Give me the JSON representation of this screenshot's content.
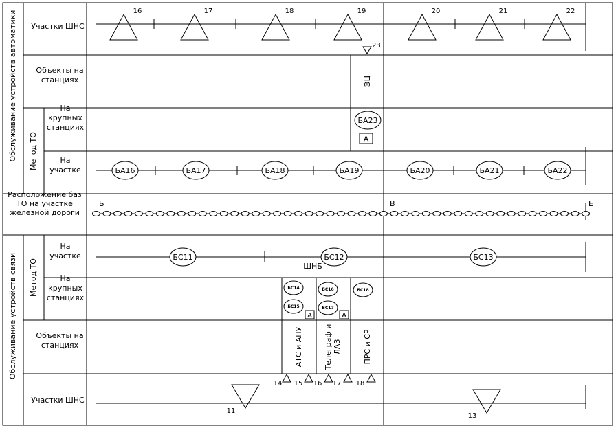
{
  "left_panel": {
    "group_automation": "Обслуживание устройств автоматики",
    "group_communication": "Обслуживание устройств связи",
    "method_to_auto": "Метод ТО",
    "method_to_comm": "Метод ТО",
    "rows": {
      "shns_auto": [
        "Участки ШНС"
      ],
      "station_objects_auto": [
        "Объекты на",
        "станциях"
      ],
      "large_stations_auto": [
        "На",
        "крупных",
        "станциях"
      ],
      "section_auto": [
        "На",
        "участке"
      ],
      "bases_location": [
        "Расположение баз",
        "ТО на участке",
        "железной дороги"
      ],
      "section_comm": [
        "На",
        "участке"
      ],
      "large_stations_comm": [
        "На",
        "крупных",
        "станциях"
      ],
      "station_objects_comm": [
        "Объекты на",
        "станциях"
      ],
      "shns_comm": [
        "Участки ШНС"
      ]
    }
  },
  "automation": {
    "shns_sections": [
      "16",
      "17",
      "18",
      "19",
      "20",
      "21",
      "22"
    ],
    "marker_23": "23",
    "ec_label": "ЭЦ",
    "ba23": "БА23",
    "ba23_flag": "А",
    "section_bases": [
      "БА16",
      "БА17",
      "БА18",
      "БА19",
      "БА20",
      "БА21",
      "БА22"
    ]
  },
  "railway": {
    "points": [
      "Б",
      "В",
      "Е"
    ]
  },
  "communication": {
    "section_bases": [
      "БС11",
      "БС12",
      "БС13"
    ],
    "shnb": "ШНБ",
    "large_station_bases": [
      "БС14",
      "БС15",
      "БС16",
      "БС17",
      "БС18"
    ],
    "flag": "А",
    "station_objects": [
      "АТС и АПУ",
      "Телеграф и",
      "ЛАЗ",
      "ПРС и СР"
    ],
    "markers": [
      "14",
      "15",
      "16",
      "17",
      "18"
    ],
    "shns_sections": [
      "11",
      "13"
    ]
  }
}
